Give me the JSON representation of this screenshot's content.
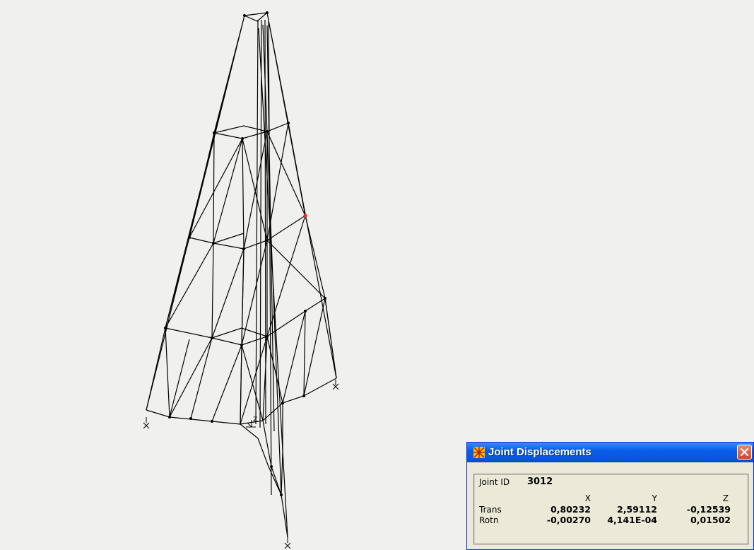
{
  "dialog": {
    "title": "Joint Displacements",
    "icon": "sap-app-icon",
    "joint_id_label": "Joint ID",
    "joint_id_value": "3012",
    "columns": [
      "X",
      "Y",
      "Z"
    ],
    "rows": [
      {
        "label": "Trans",
        "values": [
          "0,80232",
          "2,59112",
          "-0,12539"
        ]
      },
      {
        "label": "Rotn",
        "values": [
          "-0,00270",
          "4,141E-04",
          "0,01502"
        ]
      }
    ]
  },
  "viewport": {
    "axis_label": "Z",
    "selected_joint_color": "#ff2020",
    "member_color": "#000000",
    "background_color": "#f0f0ee"
  }
}
